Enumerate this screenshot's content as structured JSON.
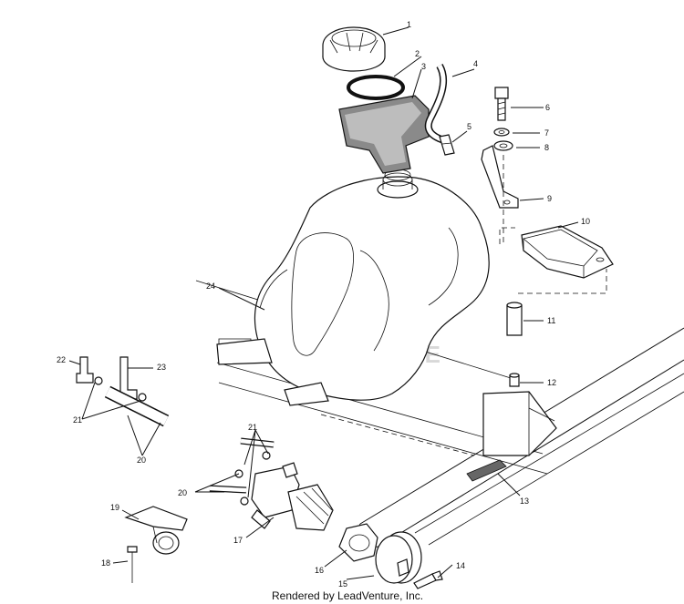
{
  "watermark": "LEADVENTURE",
  "footer": "Rendered by LeadVenture, Inc.",
  "callouts": {
    "c1": "1",
    "c2": "2",
    "c3": "3",
    "c4": "4",
    "c5": "5",
    "c6": "6",
    "c7": "7",
    "c8": "8",
    "c9": "9",
    "c10": "10",
    "c11": "11",
    "c12": "12",
    "c13": "13",
    "c14": "14",
    "c15": "15",
    "c16": "16",
    "c17": "17",
    "c18": "18",
    "c19": "19",
    "c20a": "20",
    "c20b": "20",
    "c21a": "21",
    "c21b": "21",
    "c22": "22",
    "c23": "23",
    "c24": "24"
  }
}
